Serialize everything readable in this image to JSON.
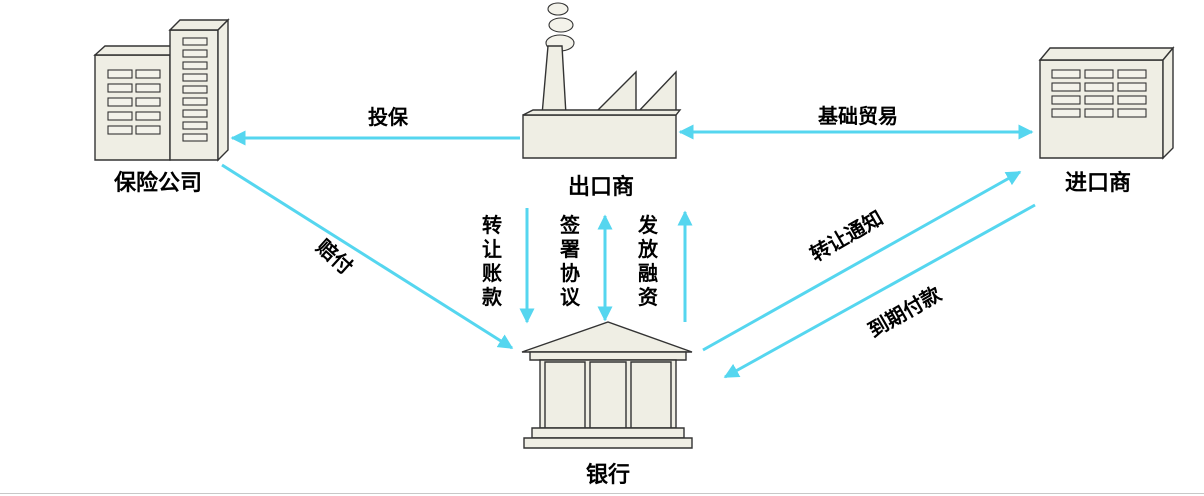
{
  "nodes": {
    "insurer": "保险公司",
    "exporter": "出口商",
    "importer": "进口商",
    "bank": "银行"
  },
  "edges": {
    "insure": "投保",
    "trade": "基础贸易",
    "compensate": "赔付",
    "transfer_account": [
      "转",
      "让",
      "账",
      "款"
    ],
    "sign_agreement": [
      "签",
      "署",
      "协",
      "议"
    ],
    "issue_financing": [
      "发",
      "放",
      "融",
      "资"
    ],
    "transfer_notice": "转让通知",
    "maturity_payment": "到期付款"
  },
  "colors": {
    "arrow": "#55d6ef",
    "building_fill": "#efeee4",
    "outline": "#333333"
  }
}
